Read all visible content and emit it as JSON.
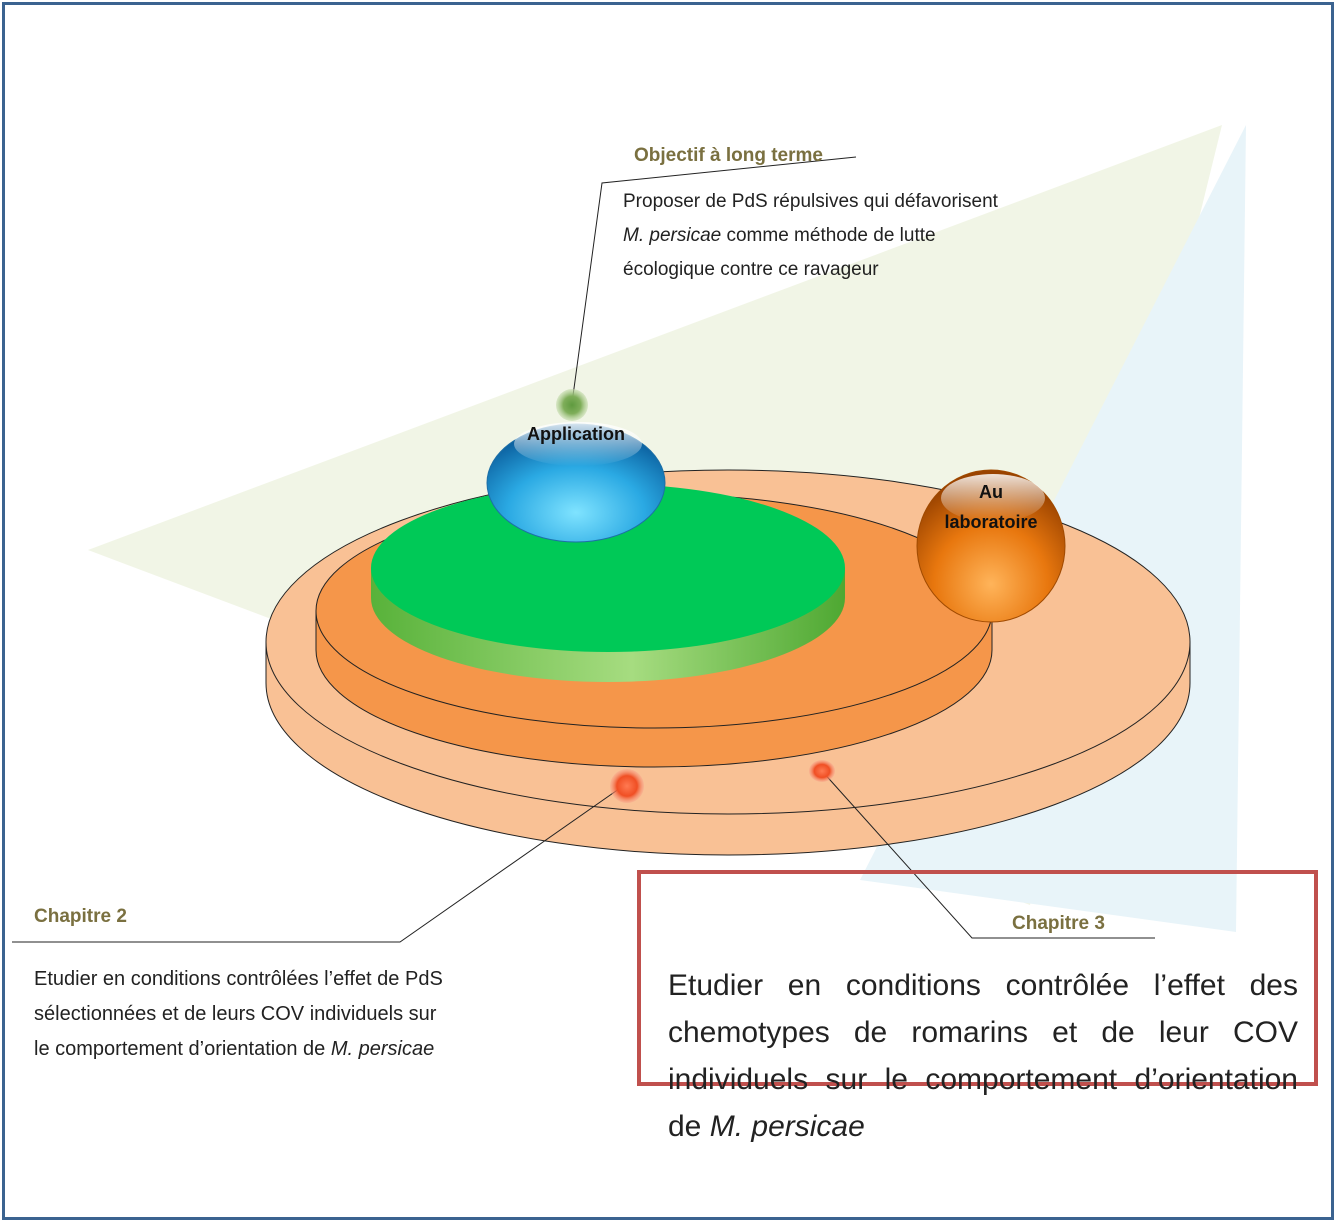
{
  "objective": {
    "heading": "Objectif à long terme",
    "text_1": "Proposer de PdS répulsives qui défavorisent ",
    "text_em": "M. persicae",
    "text_2": " comme méthode de lutte écologique contre ce ravageur"
  },
  "bubbles": {
    "application": "Application",
    "lab_line1": "Au",
    "lab_line2": "laboratoire"
  },
  "chapter2": {
    "heading": "Chapitre 2",
    "text_1": "Etudier en conditions contrôlées l’effet de PdS sélectionnées et de leurs COV individuels sur le comportement d’orientation de ",
    "text_em": "M. persicae"
  },
  "chapter3": {
    "heading": "Chapitre 3",
    "text_1": "Etudier en conditions contrôlée l’effet des chemotypes de romarins et de leur COV individuels sur le comportement d’orientation de ",
    "text_em": "M. persicae"
  },
  "colors": {
    "frame": "#3b6390",
    "outer_disc": "#f9c195",
    "middle_disc": "#f5964a",
    "inner_disc": "#00c957",
    "application_ball": "#2aa9e3",
    "lab_ball": "#e8770e",
    "chapter3_box": "#c0504d",
    "heading_text": "#7a7040"
  }
}
